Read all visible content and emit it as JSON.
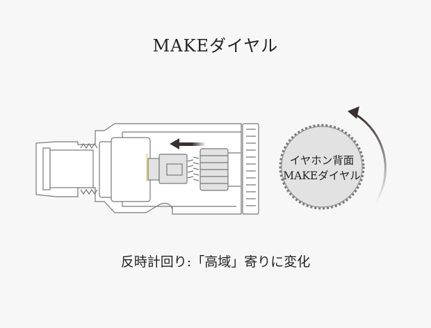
{
  "title": "MAKEダイヤル",
  "dial": {
    "line1": "イヤホン背面",
    "line2": "MAKEダイヤル"
  },
  "caption": "反時計回り:「高域」寄りに変化",
  "colors": {
    "background": "#f7f7f7",
    "arrow": "#3a3030",
    "line": "#777777",
    "dial_fill": "#e2e2e2"
  }
}
